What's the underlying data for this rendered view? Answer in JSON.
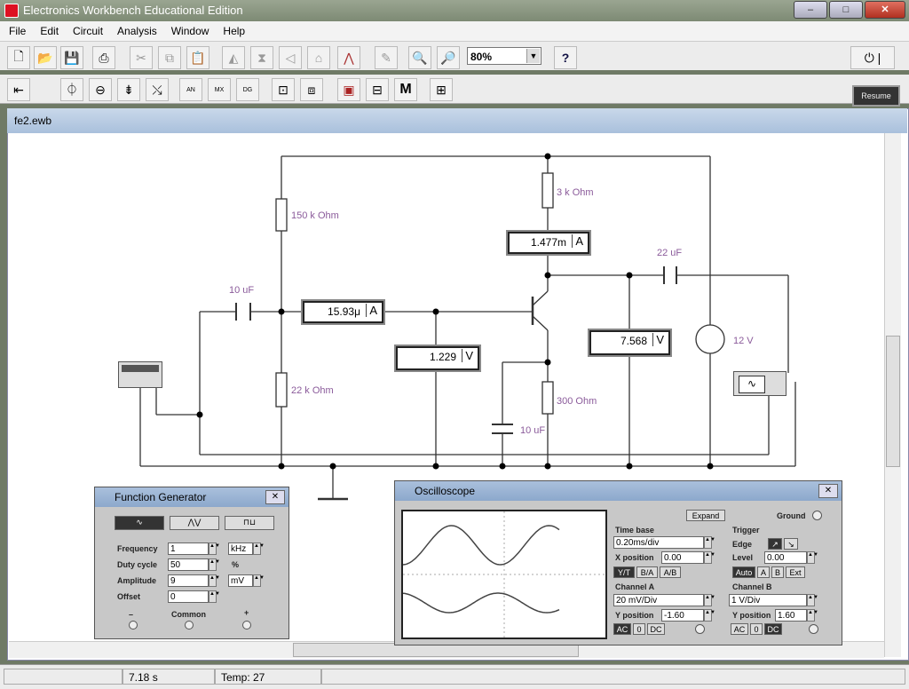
{
  "window": {
    "title": "Electronics Workbench Educational Edition",
    "minimize": "–",
    "maximize": "□",
    "close": "✕"
  },
  "menu": [
    "File",
    "Edit",
    "Circuit",
    "Analysis",
    "Window",
    "Help"
  ],
  "toolbar": {
    "zoom": "80%",
    "help": "?",
    "resume": "Resume"
  },
  "document": {
    "filename": "fe2.ewb"
  },
  "circuit": {
    "labels": {
      "r1": "150 k Ohm",
      "r2": "22 k Ohm",
      "rc": "3 k Ohm",
      "re": "300  Ohm",
      "c_in": "10 uF",
      "c_out": "22 uF",
      "c_e": "10 uF",
      "vcc": "12 V"
    },
    "meters": {
      "ib": {
        "value": "15.93μ",
        "unit": "A"
      },
      "ic": {
        "value": "1.477m",
        "unit": "A"
      },
      "vb": {
        "value": "1.229",
        "unit": "V"
      },
      "vc": {
        "value": "7.568",
        "unit": "V"
      }
    }
  },
  "function_generator": {
    "title": "Function Generator",
    "frequency_label": "Frequency",
    "frequency": "1",
    "frequency_unit": "kHz",
    "duty_label": "Duty cycle",
    "duty": "50",
    "duty_unit": "%",
    "amplitude_label": "Amplitude",
    "amplitude": "9",
    "amplitude_unit": "mV",
    "offset_label": "Offset",
    "offset": "0",
    "minus": "–",
    "common": "Common",
    "plus": "+"
  },
  "oscilloscope": {
    "title": "Oscilloscope",
    "expand": "Expand",
    "ground": "Ground",
    "timebase_label": "Time base",
    "timebase": "0.20ms/div",
    "xpos_label": "X position",
    "xpos": "0.00",
    "yt": "Y/T",
    "ba": "B/A",
    "ab": "A/B",
    "trigger_label": "Trigger",
    "edge_label": "Edge",
    "level_label": "Level",
    "level": "0.00",
    "auto": "Auto",
    "a": "A",
    "b": "B",
    "ext": "Ext",
    "cha_label": "Channel A",
    "cha_scale": "20 mV/Div",
    "cha_ypos_label": "Y position",
    "cha_ypos": "-1.60",
    "chb_label": "Channel B",
    "chb_scale": "1  V/Div",
    "chb_ypos_label": "Y position",
    "chb_ypos": "1.60",
    "ac": "AC",
    "zero": "0",
    "dc": "DC"
  },
  "status": {
    "time": "7.18 s",
    "temp": "Temp:  27"
  }
}
